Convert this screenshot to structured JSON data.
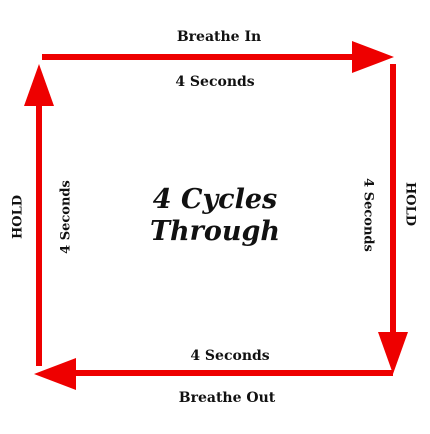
{
  "top": {
    "action": "Breathe In",
    "duration": "4 Seconds"
  },
  "right": {
    "action": "HOLD",
    "duration": "4 Seconds"
  },
  "bottom": {
    "action": "Breathe Out",
    "duration": "4 Seconds"
  },
  "left": {
    "action": "HOLD",
    "duration": "4 Seconds"
  },
  "center": {
    "line1": "4 Cycles",
    "line2": "Through"
  },
  "colors": {
    "arrow": "#ee0000",
    "text": "#111111",
    "background": "#ffffff"
  }
}
